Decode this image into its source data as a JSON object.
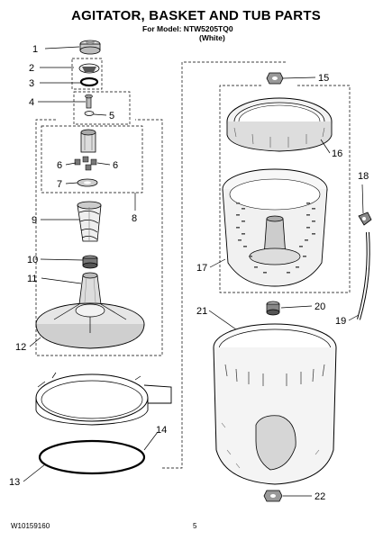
{
  "header": {
    "title": "AGITATOR, BASKET AND TUB PARTS",
    "model_line": "For Model: NTW5205TQ0",
    "color_line": "(White)"
  },
  "footer": {
    "doc_number": "W10159160",
    "page_number": "5"
  },
  "callouts": [
    "1",
    "2",
    "3",
    "4",
    "5",
    "6",
    "6",
    "7",
    "8",
    "9",
    "10",
    "11",
    "12",
    "13",
    "14",
    "15",
    "16",
    "17",
    "18",
    "19",
    "20",
    "21",
    "22"
  ]
}
